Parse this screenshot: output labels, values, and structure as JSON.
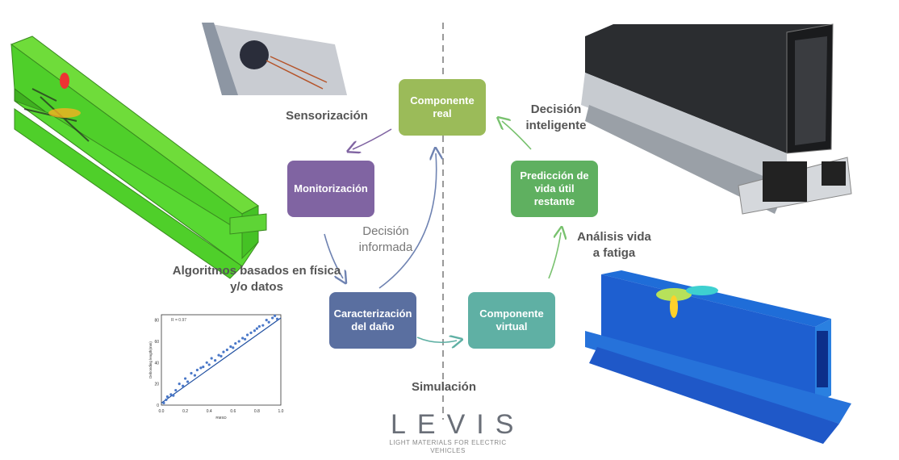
{
  "boxes": {
    "componente_real": "Componente real",
    "monitorizacion": "Monitorización",
    "caracterizacion": "Caracterización del daño",
    "componente_virtual": "Componente virtual",
    "prediccion": "Predicción de vida útil restante"
  },
  "labels": {
    "sensorizacion": "Sensorización",
    "decision_inteligente": "Decisión inteligente",
    "decision_informada": "Decisión informada",
    "algoritmos": "Algoritmos basados en física y/o datos",
    "analisis": "Análisis vida a fatiga",
    "simulacion": "Simulación"
  },
  "logo": {
    "name": "LEVIS",
    "tagline": "LIGHT MATERIALS FOR ELECTRIC VEHICLES"
  },
  "colors": {
    "componente_real": "#9bbb59",
    "monitorizacion": "#8064a2",
    "caracterizacion": "#5a6fa0",
    "componente_virtual": "#5fb0a4",
    "prediccion": "#5fb060",
    "arrow_purple": "#8064a2",
    "arrow_blue": "#6f83b2",
    "arrow_teal": "#5fb0a4",
    "arrow_green": "#79c26f"
  },
  "chart_data": {
    "type": "scatter",
    "title": "",
    "annotation": "R = 0.97",
    "xlabel": "RMSD",
    "ylabel": "Debonding length(mm)",
    "xlim": [
      0,
      1.0
    ],
    "ylim": [
      0,
      85
    ],
    "xticks": [
      0.0,
      0.2,
      0.4,
      0.6,
      0.8,
      1.0
    ],
    "yticks": [
      0,
      20,
      40,
      60,
      80
    ],
    "x": [
      0.02,
      0.04,
      0.05,
      0.08,
      0.1,
      0.12,
      0.15,
      0.18,
      0.2,
      0.22,
      0.25,
      0.28,
      0.3,
      0.33,
      0.35,
      0.38,
      0.4,
      0.42,
      0.45,
      0.48,
      0.5,
      0.52,
      0.55,
      0.58,
      0.6,
      0.62,
      0.65,
      0.68,
      0.7,
      0.72,
      0.75,
      0.78,
      0.8,
      0.82,
      0.85,
      0.88,
      0.9,
      0.93,
      0.95,
      0.97
    ],
    "y": [
      2,
      5,
      8,
      10,
      9,
      14,
      20,
      18,
      25,
      22,
      30,
      28,
      33,
      35,
      36,
      40,
      38,
      44,
      42,
      47,
      46,
      50,
      52,
      55,
      54,
      58,
      60,
      63,
      62,
      66,
      68,
      70,
      72,
      74,
      75,
      80,
      78,
      82,
      84,
      81
    ],
    "fit_line": [
      [
        0,
        2
      ],
      [
        1.0,
        82
      ]
    ]
  }
}
